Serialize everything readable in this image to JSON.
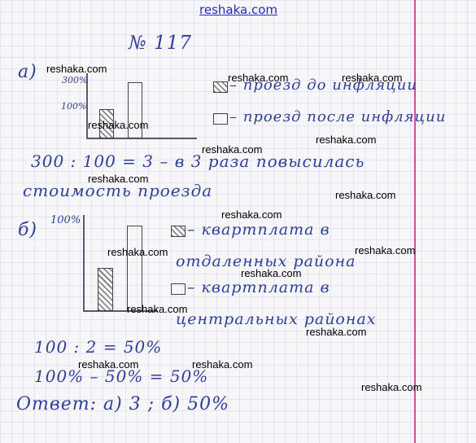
{
  "site": "reshaka.com",
  "watermarks": [
    "reshaka.com",
    "reshaka.com",
    "reshaka.com",
    "reshaka.com",
    "reshaka.com",
    "reshaka.com",
    "reshaka.com",
    "reshaka.com",
    "reshaka.com",
    "reshaka.com",
    "reshaka.com",
    "reshaka.com",
    "reshaka.com",
    "reshaka.com",
    "reshaka.com",
    "reshaka.com",
    "reshaka.com"
  ],
  "problem_number": "№ 117",
  "part_a": {
    "label": "а)",
    "tick_300": "300%",
    "tick_100": "100%",
    "legend_before": "– проезд до инфляции",
    "legend_after": "– проезд после инфляции",
    "calc_line1": "300 : 100 = 3 – в 3 раза повысилась",
    "calc_line2": "стоимость проезда"
  },
  "part_b": {
    "label": "б)",
    "tick_100": "100%",
    "legend_remote_1": "– квартплата в",
    "legend_remote_2": "отдаленных района",
    "legend_central_1": "– квартплата в",
    "legend_central_2": "центральных районах",
    "calc_line1": "100 : 2 = 50%",
    "calc_line2": "100% – 50% = 50%"
  },
  "answer": "Ответ:  а) 3 ;      б) 50%"
}
